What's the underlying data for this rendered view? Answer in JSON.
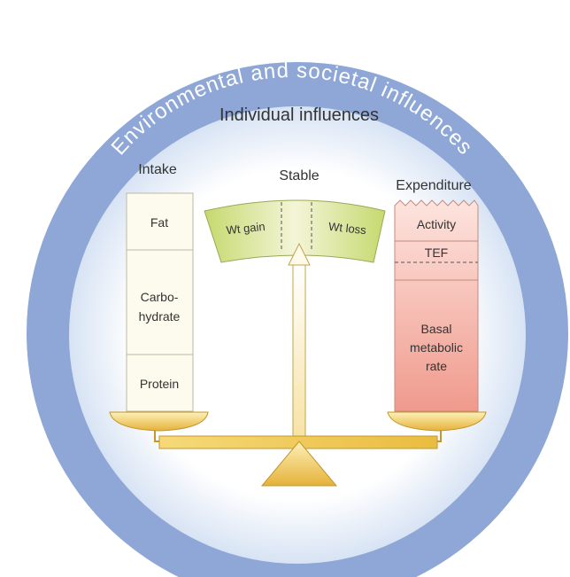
{
  "diagram": {
    "outer_label": "Environmental and societal influences",
    "inner_label": "Individual influences",
    "intake": {
      "heading": "Intake",
      "segments": [
        "Fat",
        "Carbo-",
        "hydrate",
        "Protein"
      ]
    },
    "balance": {
      "heading": "Stable",
      "left": "Wt gain",
      "right": "Wt loss"
    },
    "expenditure": {
      "heading": "Expenditure",
      "segments": [
        "Activity",
        "TEF",
        "Basal",
        "metabolic",
        "rate"
      ]
    },
    "colors": {
      "outer_ring": "#8ea7d6",
      "inner_glow": "#dbe6f5",
      "intake_fill": "#fdfbee",
      "expenditure_top": "#fbdcd5",
      "expenditure_bottom": "#f1a094",
      "scale_gold": "#e9bd3f",
      "arc_green": "#cddf86"
    }
  }
}
